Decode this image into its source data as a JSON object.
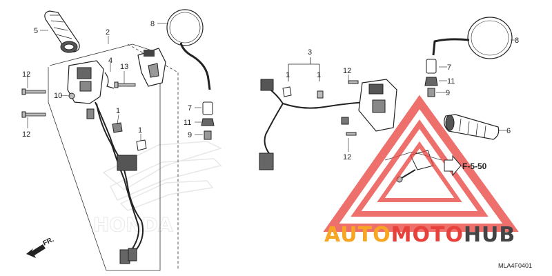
{
  "callouts": {
    "c1a": "1",
    "c1b": "1",
    "c1c": "1",
    "c1d": "1",
    "c2": "2",
    "c3": "3",
    "c4": "4",
    "c5": "5",
    "c6": "6",
    "c7a": "7",
    "c7b": "7",
    "c8a": "8",
    "c8b": "8",
    "c9a": "9",
    "c9b": "9",
    "c10": "10",
    "c11a": "11",
    "c11b": "11",
    "c12a": "12",
    "c12b": "12",
    "c12c": "12",
    "c12d": "12",
    "c13": "13"
  },
  "reference": "F-5-50",
  "direction_label": "FR.",
  "diagram_code": "MLA4F0401",
  "watermark": {
    "brand": "HONDA",
    "part1": "AUTO",
    "part2": "MOTO",
    "part3": "HUB",
    "colors": {
      "triangle": "#e8413c",
      "auto": "#f6a623",
      "moto": "#e8413c",
      "hub": "#444444"
    }
  }
}
